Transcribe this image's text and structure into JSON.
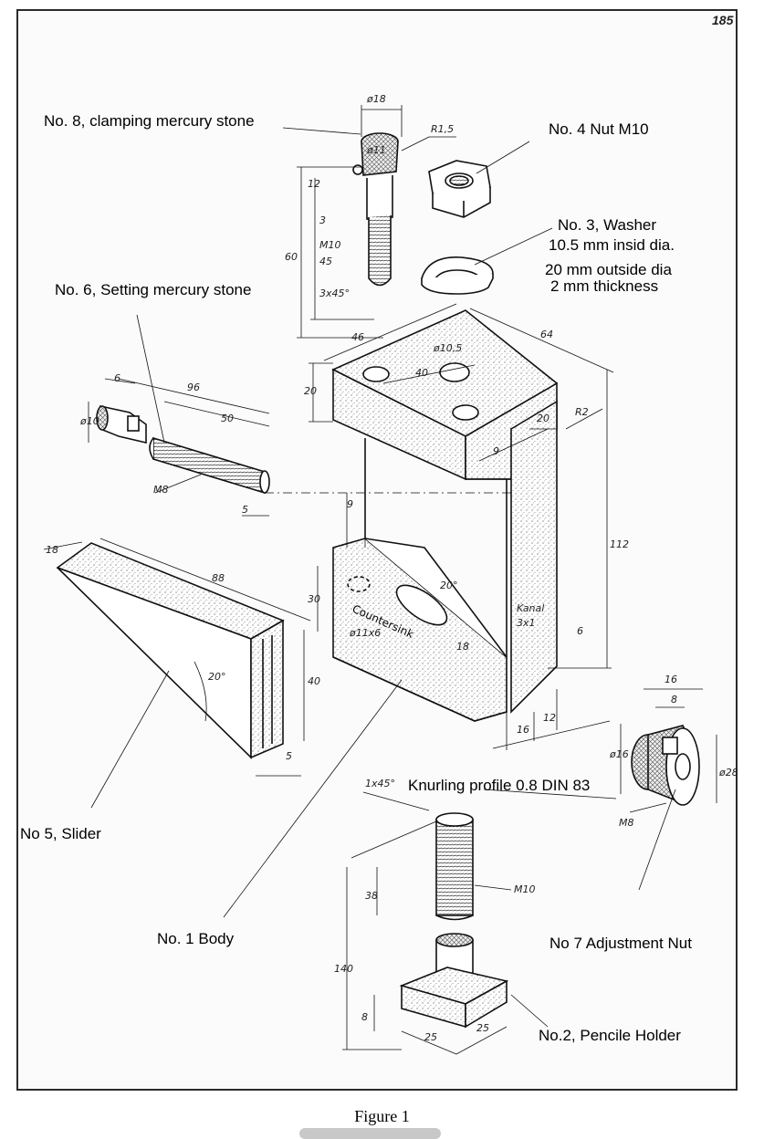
{
  "page_number": "185",
  "caption": "Figure 1",
  "labels": {
    "part8": "No. 8, clamping mercury stone",
    "part4": "No. 4 Nut M10",
    "part3_title": "No. 3, Washer",
    "part3_line1": "10.5 mm insid dia.",
    "part3_line2": "20 mm outside dia",
    "part3_line3": "2 mm thickness",
    "part6": "No. 6, Setting mercury stone",
    "part5": "No 5, Slider",
    "part1": "No. 1 Body",
    "knurling": "Knurling profile 0.8 DIN 83",
    "part7": "No 7 Adjustment Nut",
    "part2": "No.2, Pencile Holder",
    "countersink": "Countersink"
  },
  "dimensions": {
    "d18": "ø18",
    "d11": "ø11",
    "r15": "R1,5",
    "d12": "12",
    "d3": "3",
    "d60": "60",
    "d45": "45",
    "m10": "M10",
    "chamfer": "3x45°",
    "d46": "46",
    "d64": "64",
    "d105": "ø10,5",
    "d40": "40",
    "d20": "20",
    "r2": "R2",
    "d20b": "20",
    "d9": "9",
    "d112": "112",
    "d6": "6",
    "d96": "96",
    "d10": "ø10",
    "d50": "50",
    "m8": "M8",
    "d5": "5",
    "d9b": "9",
    "d30": "30",
    "angle20": "20°",
    "cs": "ø11x6",
    "kanal": "Kanal",
    "kanal2": "3x1",
    "d18b": "18",
    "d6b": "6",
    "d16": "16",
    "d12b": "12",
    "s18": "18",
    "s88": "88",
    "s20": "20°",
    "s40": "40",
    "s5": "5",
    "n16": "16",
    "n8": "8",
    "n16d": "ø16",
    "n28": "ø28",
    "nm8": "M8",
    "p1x45": "1x45°",
    "p38": "38",
    "pm10": "M10",
    "p140": "140",
    "p8": "8",
    "p25a": "25",
    "p25b": "25"
  }
}
